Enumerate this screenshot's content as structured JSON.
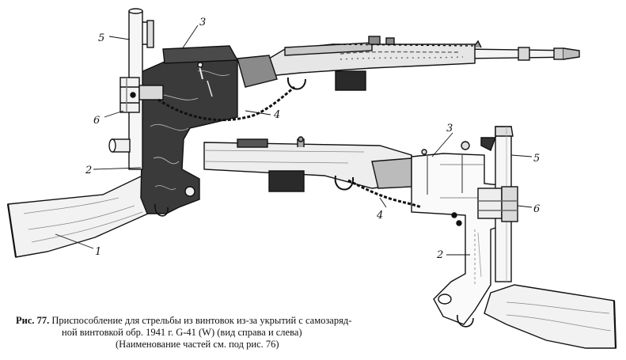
{
  "figure": {
    "callouts": {
      "left": {
        "c1": "1",
        "c2": "2",
        "c3": "3",
        "c4": "4",
        "c5": "5",
        "c6": "6"
      },
      "right": {
        "c2": "2",
        "c3": "3",
        "c4": "4",
        "c5": "5",
        "c6": "6"
      }
    }
  },
  "caption": {
    "label": "Рис. 77.",
    "line1_text": "Приспособление для стрельбы из винтовок из-за укрытий с самозаряд-",
    "line2": "ной винтовкой обр. 1941 г. G-41 (W) (вид справа и слева)",
    "line3": "(Наименование частей см. под рис. 76)"
  }
}
